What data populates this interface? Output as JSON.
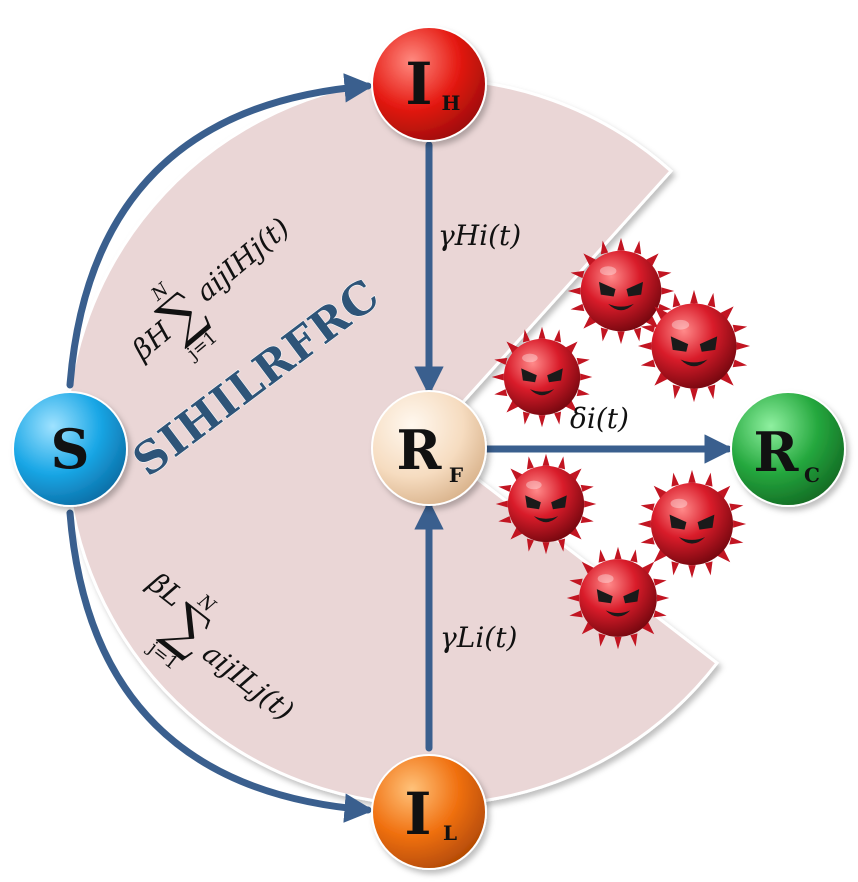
{
  "colors": {
    "sector_fill": "#ead6d6",
    "arrow": "#3a5f8e",
    "title": "#2e5478",
    "node_S": "#1aa7e6",
    "node_IH": "#e51a12",
    "node_IL": "#f07010",
    "node_RF": "#f6dcc0",
    "node_RC": "#25a83e",
    "virus": "#d91c2a"
  },
  "nodes": {
    "S": {
      "label": "S",
      "sub": ""
    },
    "IH": {
      "label": "I",
      "sub": "H"
    },
    "IL": {
      "label": "I",
      "sub": "L"
    },
    "RF": {
      "label": "R",
      "sub": "F"
    },
    "RC": {
      "label": "R",
      "sub": "C"
    }
  },
  "model_title": "SIHILRFRC",
  "rates": {
    "beta_H": {
      "coef": "βH",
      "sum_top": "N",
      "sum_bottom": "j=1",
      "term": "aijIHj(t)"
    },
    "beta_L": {
      "coef": "βL",
      "sum_top": "N",
      "sum_bottom": "j=1",
      "term": "aijILj(t)"
    },
    "gamma_H": "γHi(t)",
    "gamma_L": "γLi(t)",
    "delta": "δi(t)"
  },
  "decor": {
    "virus_count": 6,
    "virus_icon": "angry-virus-icon"
  }
}
